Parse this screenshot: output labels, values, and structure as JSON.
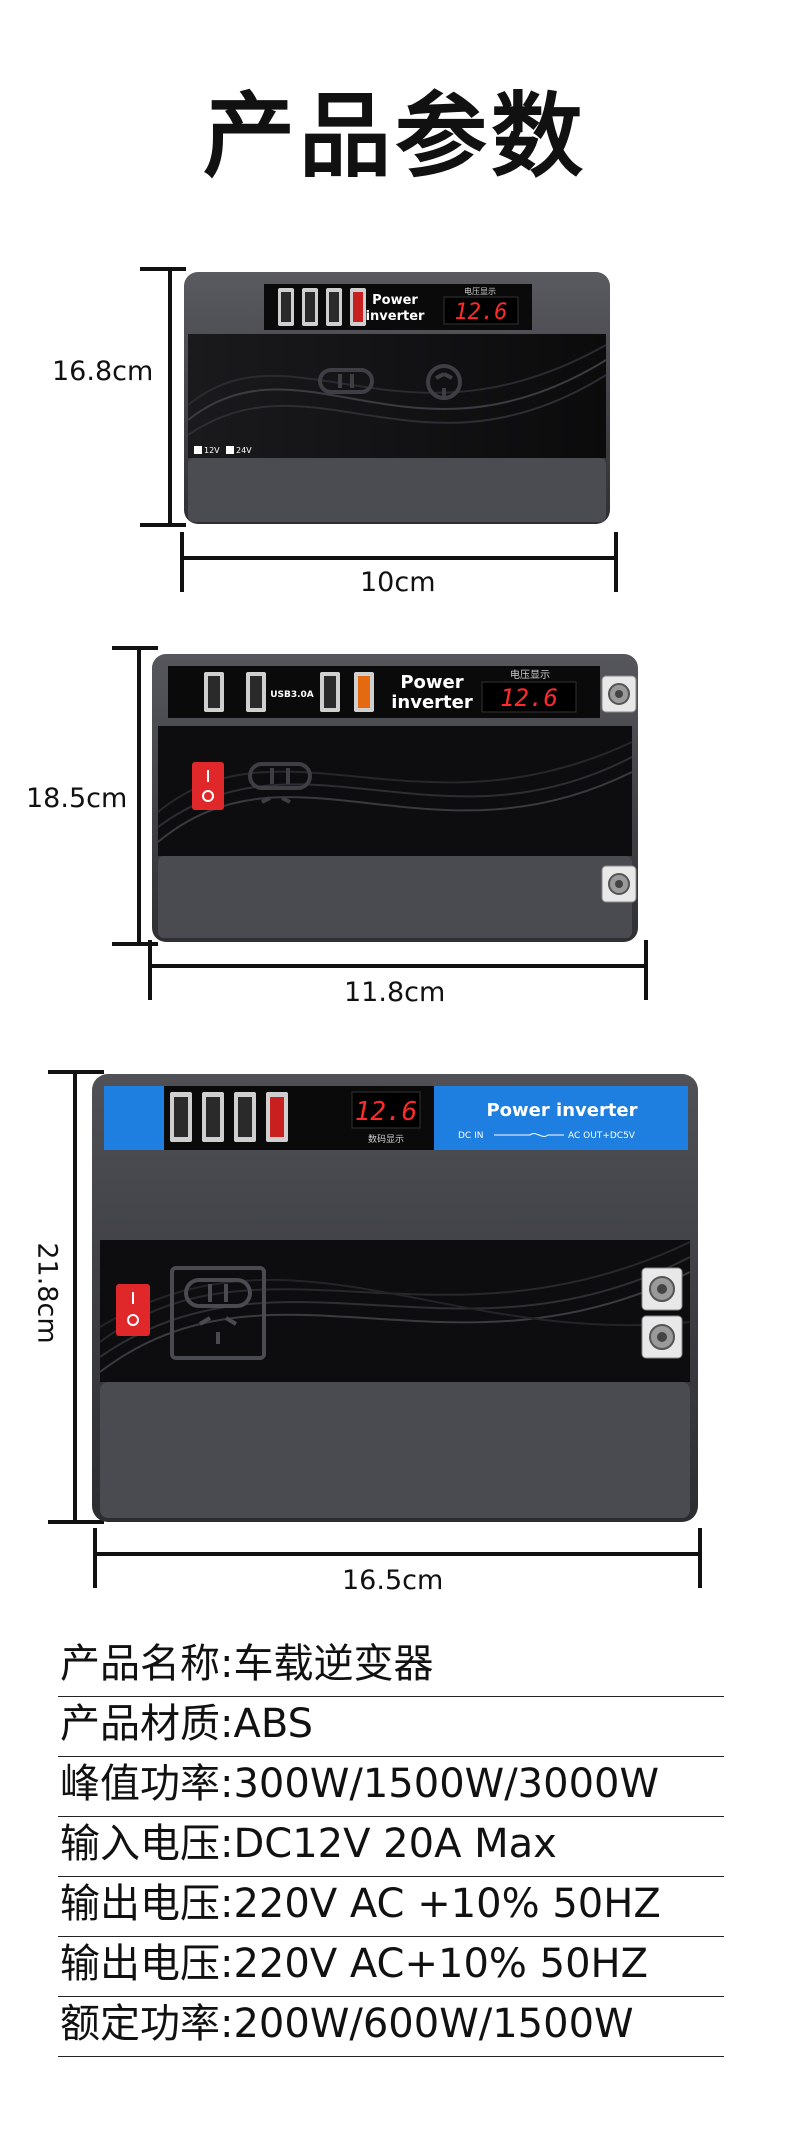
{
  "title": "产品参数",
  "devices": [
    {
      "height_label": "16.8cm",
      "width_label": "10cm",
      "brand": [
        "Power",
        "inverter"
      ],
      "display_caption": "电压显示",
      "display_value": "12.6",
      "switch_labels": [
        "12V",
        "24V"
      ]
    },
    {
      "height_label": "18.5cm",
      "width_label": "11.8cm",
      "brand": [
        "Power",
        "inverter"
      ],
      "display_caption": "电压显示",
      "display_value": "12.6",
      "usb_label": "USB3.0A"
    },
    {
      "height_label": "21.8cm",
      "width_label": "16.5cm",
      "brand": [
        "Power inverter"
      ],
      "display_caption": "数码显示",
      "display_value": "12.6",
      "io_left": "DC IN",
      "io_right": "AC OUT+DC5V"
    }
  ],
  "specs": [
    "产品名称:车载逆变器",
    "产品材质:ABS",
    "峰值功率:300W/1500W/3000W",
    "输入电压:DC12V 20A Max",
    "输出电压:220V AC +10% 50HZ",
    "输出电压:220V AC+10% 50HZ",
    "额定功率:200W/600W/1500W"
  ],
  "colors": {
    "display_red": "#ff2a2a",
    "blue_panel": "#1e7fe0",
    "switch_red": "#e0282a"
  }
}
